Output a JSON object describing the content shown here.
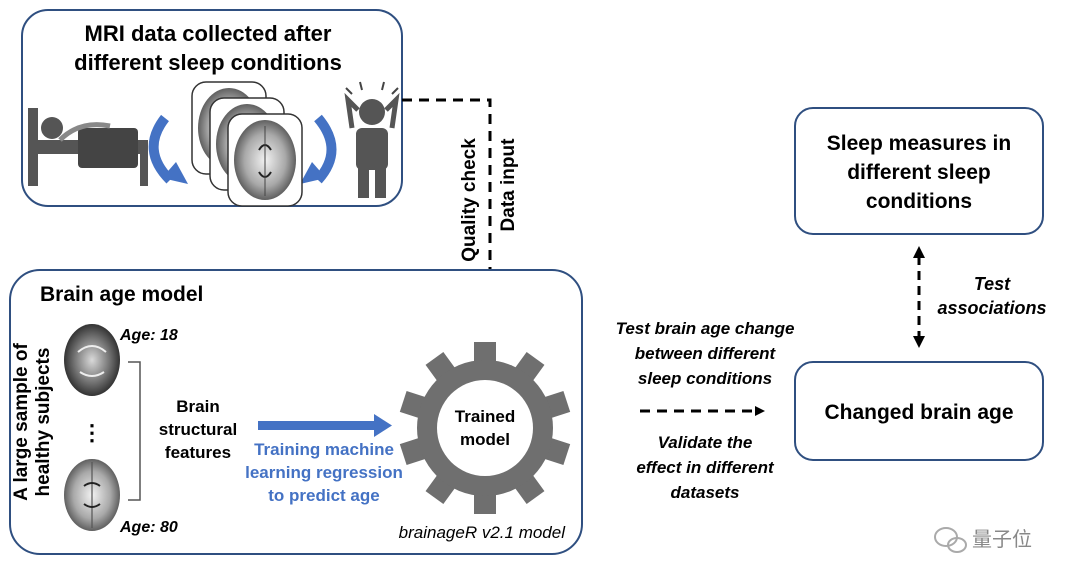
{
  "mri_box": {
    "title_line1": "MRI data collected after",
    "title_line2": "different sleep conditions"
  },
  "side_labels": {
    "quality_check": "Quality check",
    "data_input": "Data input"
  },
  "brain_model": {
    "title": "Brain age model",
    "samples_line1": "A large sample of",
    "samples_line2": "healthy subjects",
    "age_top": "Age: 18",
    "ellipsis": "⋮",
    "age_bottom": "Age: 80",
    "features_line1": "Brain",
    "features_line2": "structural",
    "features_line3": "features",
    "training_line1": "Training machine",
    "training_line2": "learning regression",
    "training_line3": "to predict age",
    "gear_line1": "Trained",
    "gear_line2": "model",
    "footer": "brainageR v2.1 model"
  },
  "middle_labels": {
    "test_line1": "Test brain age change",
    "test_line2": "between different",
    "test_line3": "sleep conditions",
    "validate_line1": "Validate the",
    "validate_line2": "effect in different",
    "validate_line3": "datasets"
  },
  "sleep_box": {
    "line1": "Sleep measures in",
    "line2": "different sleep",
    "line3": "conditions"
  },
  "assoc_labels": {
    "line1": "Test",
    "line2": "associations"
  },
  "changed_box": {
    "label": "Changed brain age"
  },
  "watermark": {
    "text": "量子位"
  },
  "colors": {
    "box_border": "#2f4f80",
    "text": "#000000",
    "blue_accent": "#4472c4",
    "gear": "#6f6f6f"
  }
}
